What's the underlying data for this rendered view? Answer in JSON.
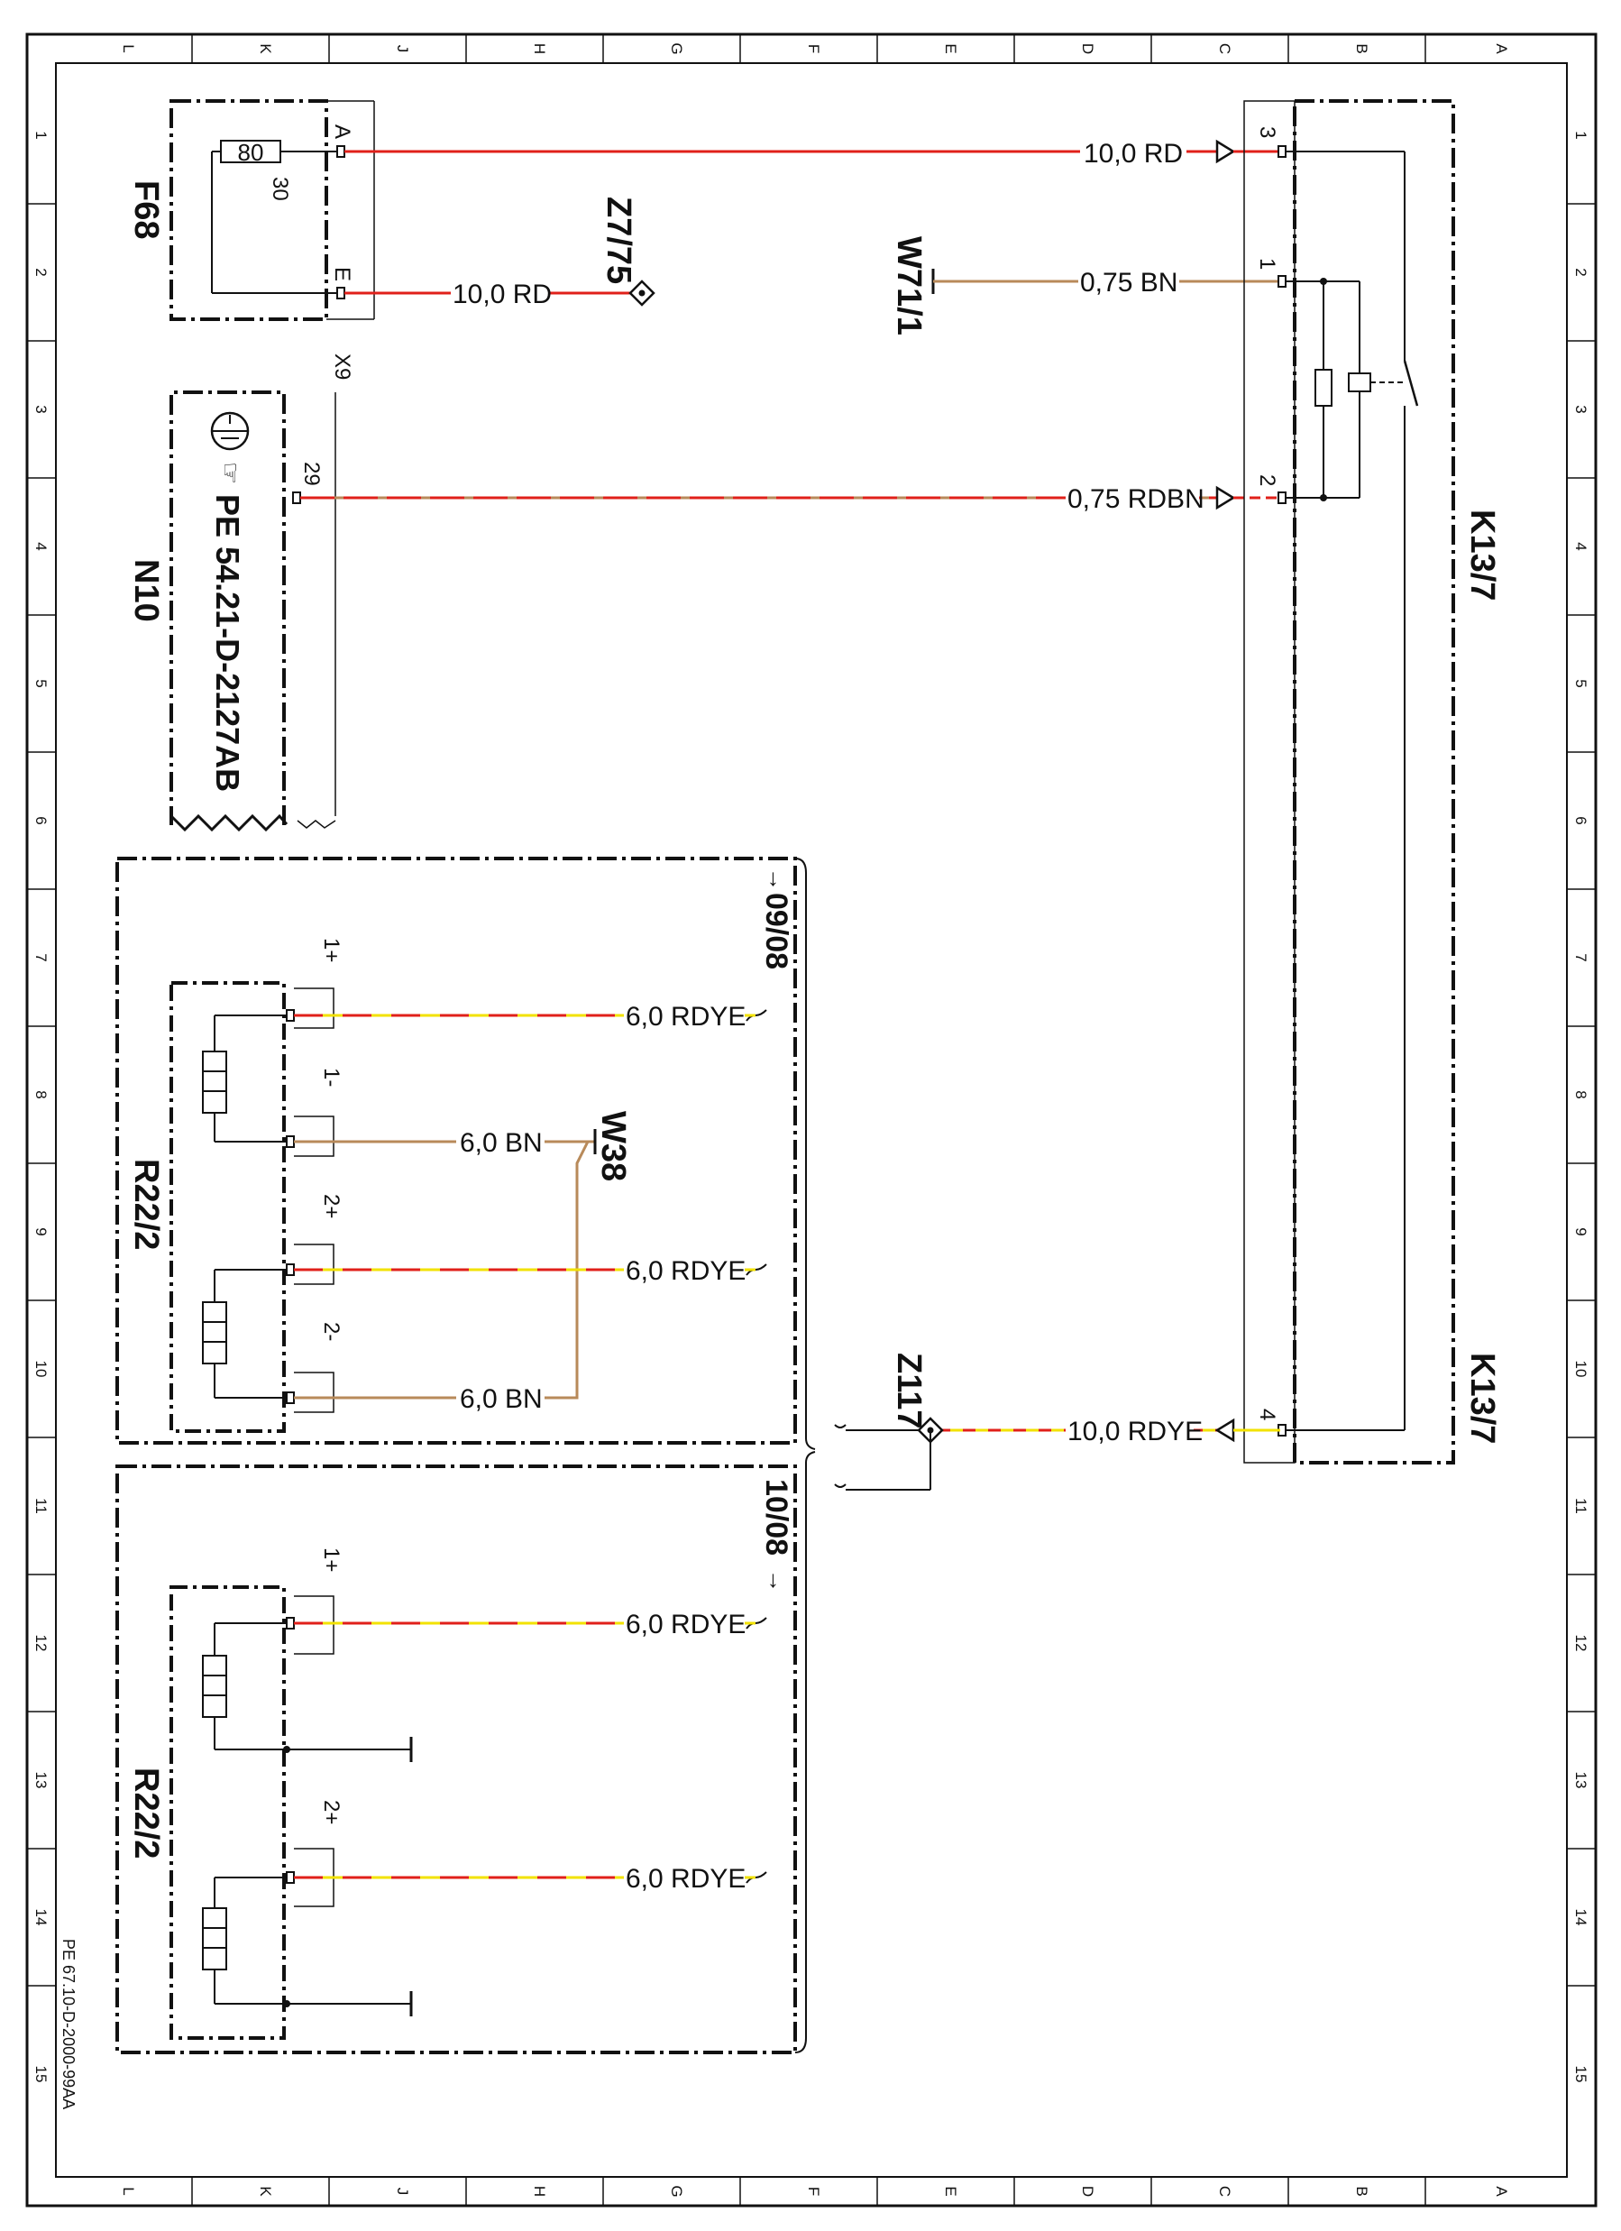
{
  "frame": {
    "columns": [
      "L",
      "K",
      "J",
      "H",
      "G",
      "F",
      "E",
      "D",
      "C",
      "B",
      "A"
    ],
    "rows": [
      "1",
      "2",
      "3",
      "4",
      "5",
      "6",
      "7",
      "8",
      "9",
      "10",
      "11",
      "12",
      "13",
      "14",
      "15"
    ]
  },
  "doc_id": "PE 67.10-D-2000-99AA",
  "components": {
    "f68": {
      "label": "F68",
      "fuse_value": "80",
      "fuse_pin": "30",
      "pin_top": "A",
      "pin_bottom": "E"
    },
    "n10": {
      "label": "N10",
      "ref": "PE 54.21-D-2127AB",
      "connector": "X9",
      "pin": "29"
    },
    "k13_7_top": {
      "label": "K13/7"
    },
    "k13_7_bottom": {
      "label": "K13/7"
    },
    "k13_pins": [
      "3",
      "1",
      "2",
      "4"
    ],
    "z7_75": {
      "label": "Z7/75"
    },
    "w71_1": {
      "label": "W71/1"
    },
    "w38": {
      "label": "W38"
    },
    "z117": {
      "label": "Z117"
    },
    "r22_2_a": {
      "label": "R22/2",
      "date": "09/08",
      "pins": [
        "1+",
        "1-",
        "2+",
        "2-"
      ]
    },
    "r22_2_b": {
      "label": "R22/2",
      "date": "10/08",
      "pins": [
        "1+",
        "2+"
      ]
    }
  },
  "wires": {
    "w_f68_a": "10,0 RD",
    "w_f68_e": "10,0 RD",
    "w_w71": "0,75 BN",
    "w_n10": "0,75 RDBN",
    "w_z117": "10,0 RDYE",
    "w_r1_1p": "6,0 RDYE",
    "w_r1_1m": "6,0 BN",
    "w_r1_2p": "6,0 RDYE",
    "w_r1_2m": "6,0 BN",
    "w_r2_1p": "6,0 RDYE",
    "w_r2_2p": "6,0 RDYE"
  },
  "colors": {
    "red": "#e0201a",
    "yellow": "#f2e200",
    "brown": "#b88a5a",
    "line": "#111111"
  }
}
